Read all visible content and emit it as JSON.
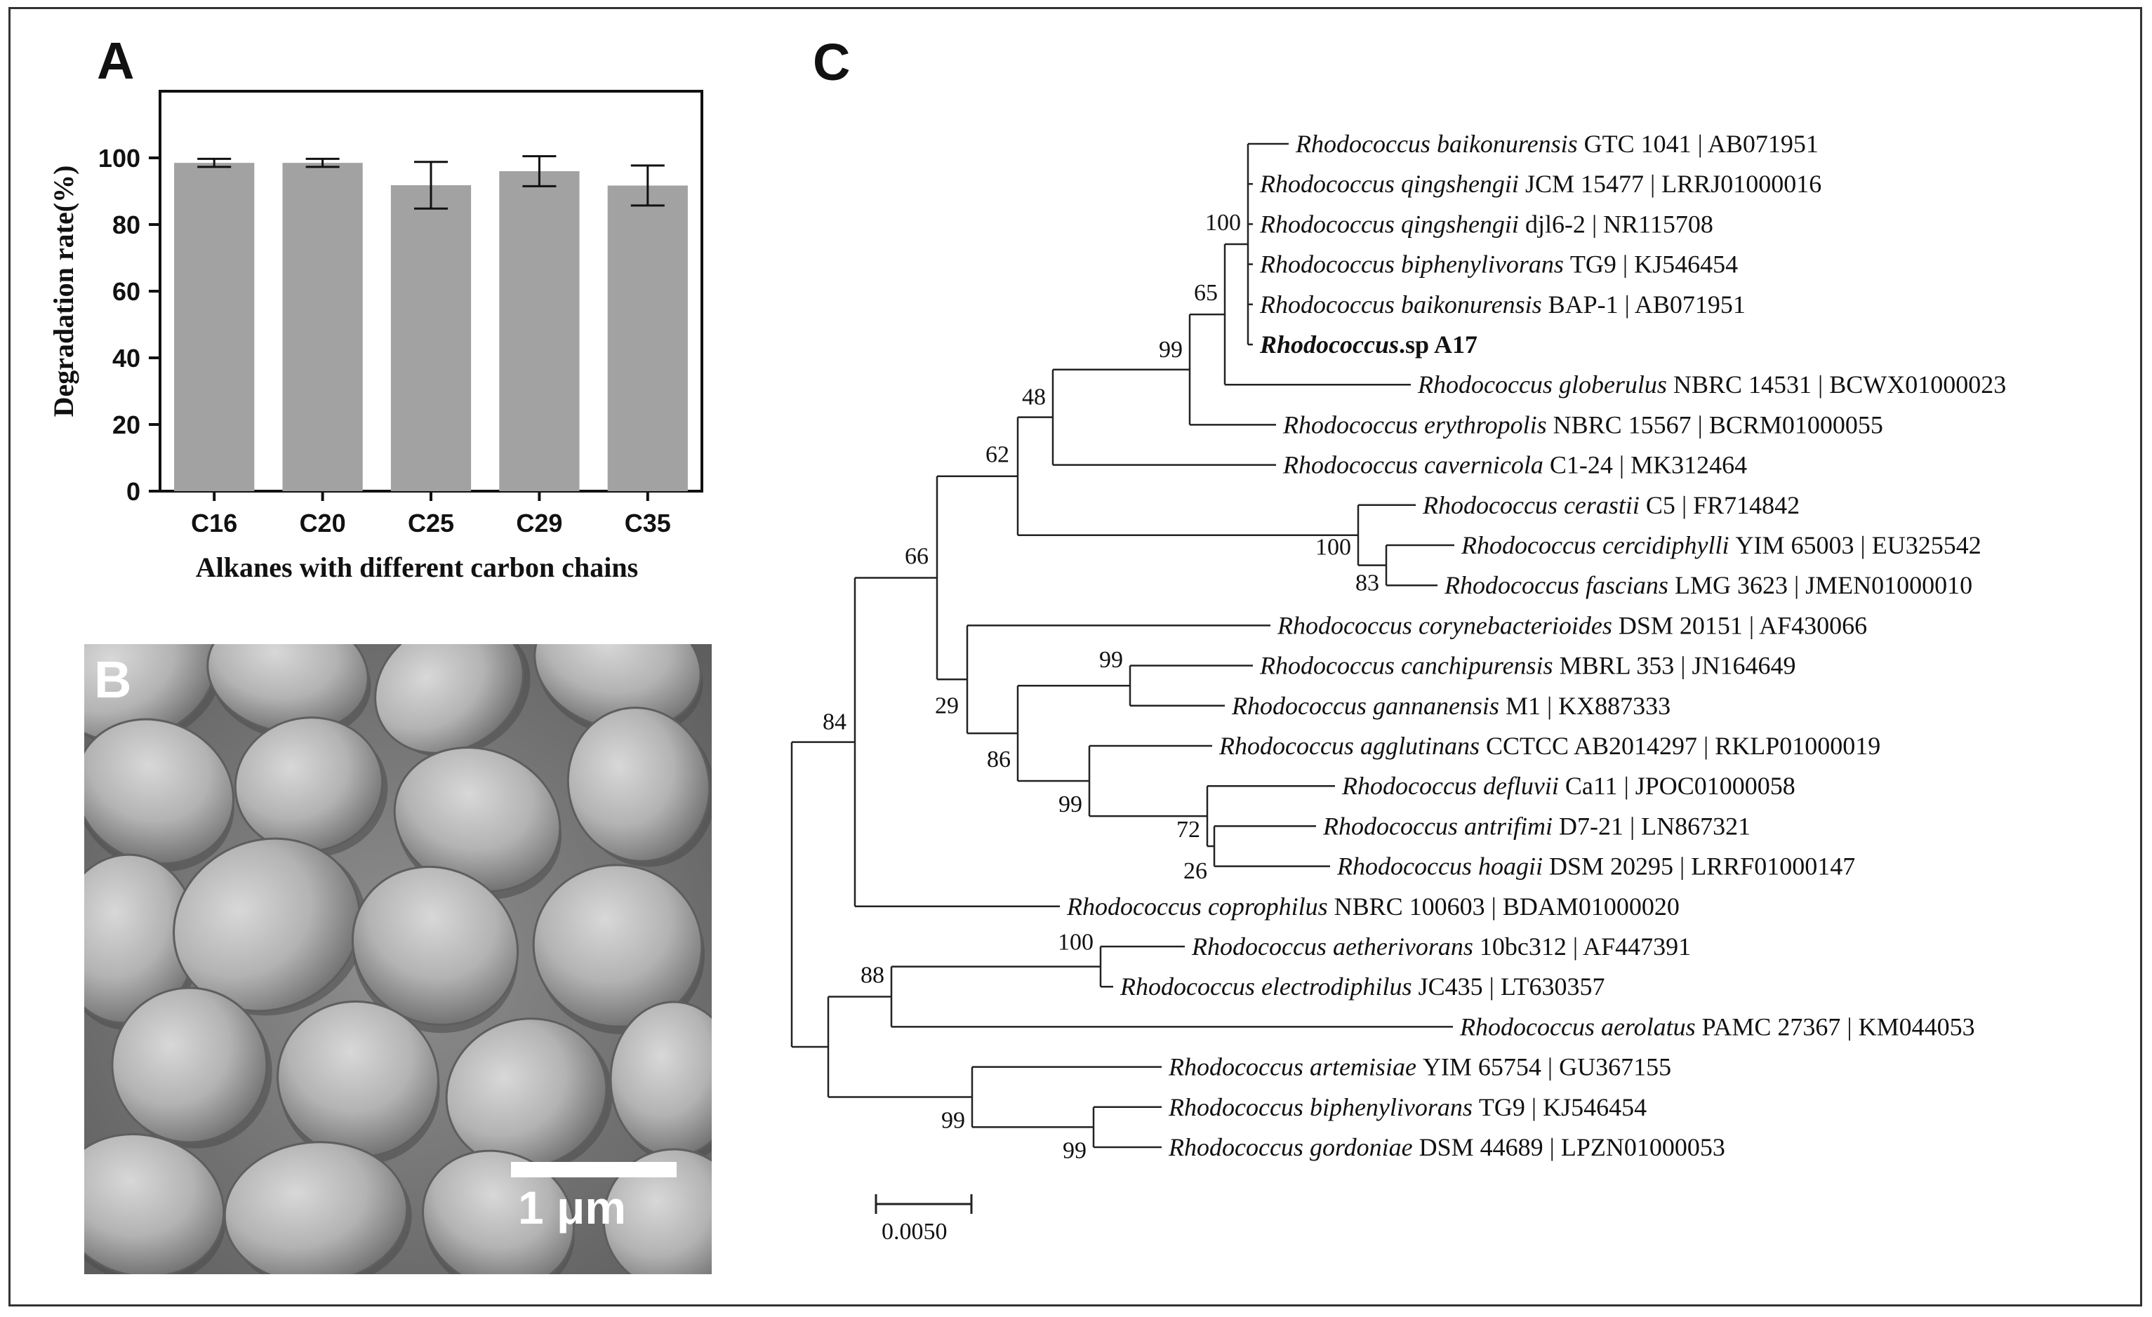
{
  "panels": {
    "a_letter": "A",
    "b_letter": "B",
    "c_letter": "C"
  },
  "chart_data": {
    "type": "bar",
    "categories": [
      "C16",
      "C20",
      "C25",
      "C29",
      "C35"
    ],
    "values": [
      98.5,
      98.5,
      91.8,
      96.0,
      91.7
    ],
    "errors": [
      1.2,
      1.2,
      7.0,
      4.5,
      6.0
    ],
    "xlabel": "Alkanes with different carbon chains",
    "ylabel": "Degradation rate(%)",
    "ylim": [
      0,
      120
    ],
    "yticks": [
      0,
      20,
      40,
      60,
      80,
      100
    ],
    "grid": false,
    "bar_color": "#a2a2a2"
  },
  "sem": {
    "scale_label": "1 μm"
  },
  "tree": {
    "scale_label": "0.0050",
    "leaves": [
      {
        "genus": "Rhodococcus",
        "species": "baikonurensis",
        "strain": "GTC 1041",
        "accession": "AB071951"
      },
      {
        "genus": "Rhodococcus",
        "species": "qingshengii",
        "strain": "JCM 15477",
        "accession": "LRRJ01000016"
      },
      {
        "genus": "Rhodococcus",
        "species": "qingshengii",
        "strain": "djl6-2",
        "accession": "NR115708"
      },
      {
        "genus": "Rhodococcus",
        "species": "biphenylivorans",
        "strain": "TG9",
        "accession": "KJ546454"
      },
      {
        "genus": "Rhodococcus",
        "species": "baikonurensis",
        "strain": "BAP-1",
        "accession": "AB071951"
      },
      {
        "genus": "Rhodococcus",
        "species": ".sp",
        "strain": "A17",
        "accession": "",
        "bold": true
      },
      {
        "genus": "Rhodococcus",
        "species": "globerulus",
        "strain": "NBRC 14531",
        "accession": "BCWX01000023"
      },
      {
        "genus": "Rhodococcus",
        "species": "erythropolis",
        "strain": "NBRC 15567",
        "accession": "BCRM01000055"
      },
      {
        "genus": "Rhodococcus",
        "species": "cavernicola",
        "strain": "C1-24",
        "accession": "MK312464"
      },
      {
        "genus": "Rhodococcus",
        "species": "cerastii",
        "strain": "C5",
        "accession": "FR714842"
      },
      {
        "genus": "Rhodococcus",
        "species": "cercidiphylli",
        "strain": "YIM 65003",
        "accession": "EU325542"
      },
      {
        "genus": "Rhodococcus",
        "species": "fascians",
        "strain": "LMG 3623",
        "accession": "JMEN01000010"
      },
      {
        "genus": "Rhodococcus",
        "species": "corynebacterioides",
        "strain": "DSM 20151",
        "accession": "AF430066"
      },
      {
        "genus": "Rhodococcus",
        "species": "canchipurensis",
        "strain": "MBRL 353",
        "accession": "JN164649"
      },
      {
        "genus": "Rhodococcus",
        "species": "gannanensis",
        "strain": "M1",
        "accession": "KX887333"
      },
      {
        "genus": "Rhodococcus",
        "species": "agglutinans",
        "strain": "CCTCC AB2014297",
        "accession": "RKLP01000019"
      },
      {
        "genus": "Rhodococcus",
        "species": "defluvii",
        "strain": "Ca11",
        "accession": "JPOC01000058"
      },
      {
        "genus": "Rhodococcus",
        "species": "antrifimi",
        "strain": "D7-21",
        "accession": "LN867321"
      },
      {
        "genus": "Rhodococcus",
        "species": "hoagii",
        "strain": "DSM 20295",
        "accession": "LRRF01000147"
      },
      {
        "genus": "Rhodococcus",
        "species": "coprophilus",
        "strain": "NBRC 100603",
        "accession": "BDAM01000020"
      },
      {
        "genus": "Rhodococcus",
        "species": "aetherivorans",
        "strain": "10bc312",
        "accession": "AF447391"
      },
      {
        "genus": "Rhodococcus",
        "species": "electrodiphilus",
        "strain": "JC435",
        "accession": "LT630357"
      },
      {
        "genus": "Rhodococcus",
        "species": "aerolatus",
        "strain": "PAMC 27367",
        "accession": "KM044053"
      },
      {
        "genus": "Rhodococcus",
        "species": "artemisiae",
        "strain": "YIM 65754",
        "accession": "GU367155"
      },
      {
        "genus": "Rhodococcus",
        "species": "biphenylivorans",
        "strain": "TG9",
        "accession": "KJ546454"
      },
      {
        "genus": "Rhodococcus",
        "species": "gordoniae",
        "strain": "DSM 44689",
        "accession": "LPZN01000053"
      }
    ],
    "bootstrap": [
      "100",
      "65",
      "99",
      "48",
      "62",
      "66",
      "84",
      "100",
      "83",
      "99",
      "29",
      "86",
      "99",
      "72",
      "26",
      "100",
      "88",
      "99",
      "99"
    ]
  }
}
